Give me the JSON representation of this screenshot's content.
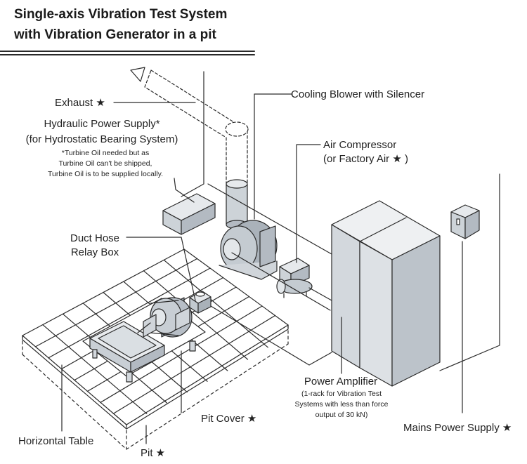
{
  "title": {
    "line1": "Single-axis Vibration Test System",
    "line2": "with Vibration Generator in a pit"
  },
  "labels": {
    "exhaust": "Exhaust ★",
    "hydraulic_line1": "Hydraulic Power Supply*",
    "hydraulic_line2": "(for Hydrostatic Bearing System)",
    "turbine_note_line1": "*Turbine Oil needed but as",
    "turbine_note_line2": "Turbine Oil can't be shipped,",
    "turbine_note_line3": "Turbine Oil is to be supplied locally.",
    "cooling_blower": "Cooling Blower with Silencer",
    "air_compressor_line1": "Air Compressor",
    "air_compressor_line2": "(or Factory Air ★ )",
    "duct_hose_line1": "Duct Hose",
    "duct_hose_line2": "Relay Box",
    "power_amplifier": "Power Amplifier",
    "amp_note_line1": "(1-rack for Vibration Test",
    "amp_note_line2": "Systems with less than force",
    "amp_note_line3": "output of 30 kN)",
    "pit_cover": "Pit Cover ★",
    "horizontal_table": "Horizontal Table",
    "pit": "Pit ★",
    "mains_power": "Mains Power Supply ★"
  },
  "colors": {
    "line": "#2a2a2a",
    "panel_light": "#e6e9ec",
    "panel_mid": "#d3d8dd",
    "panel_dark": "#b9c0c7",
    "metal": "#a9b1b9",
    "metal_dark": "#7d868f"
  }
}
